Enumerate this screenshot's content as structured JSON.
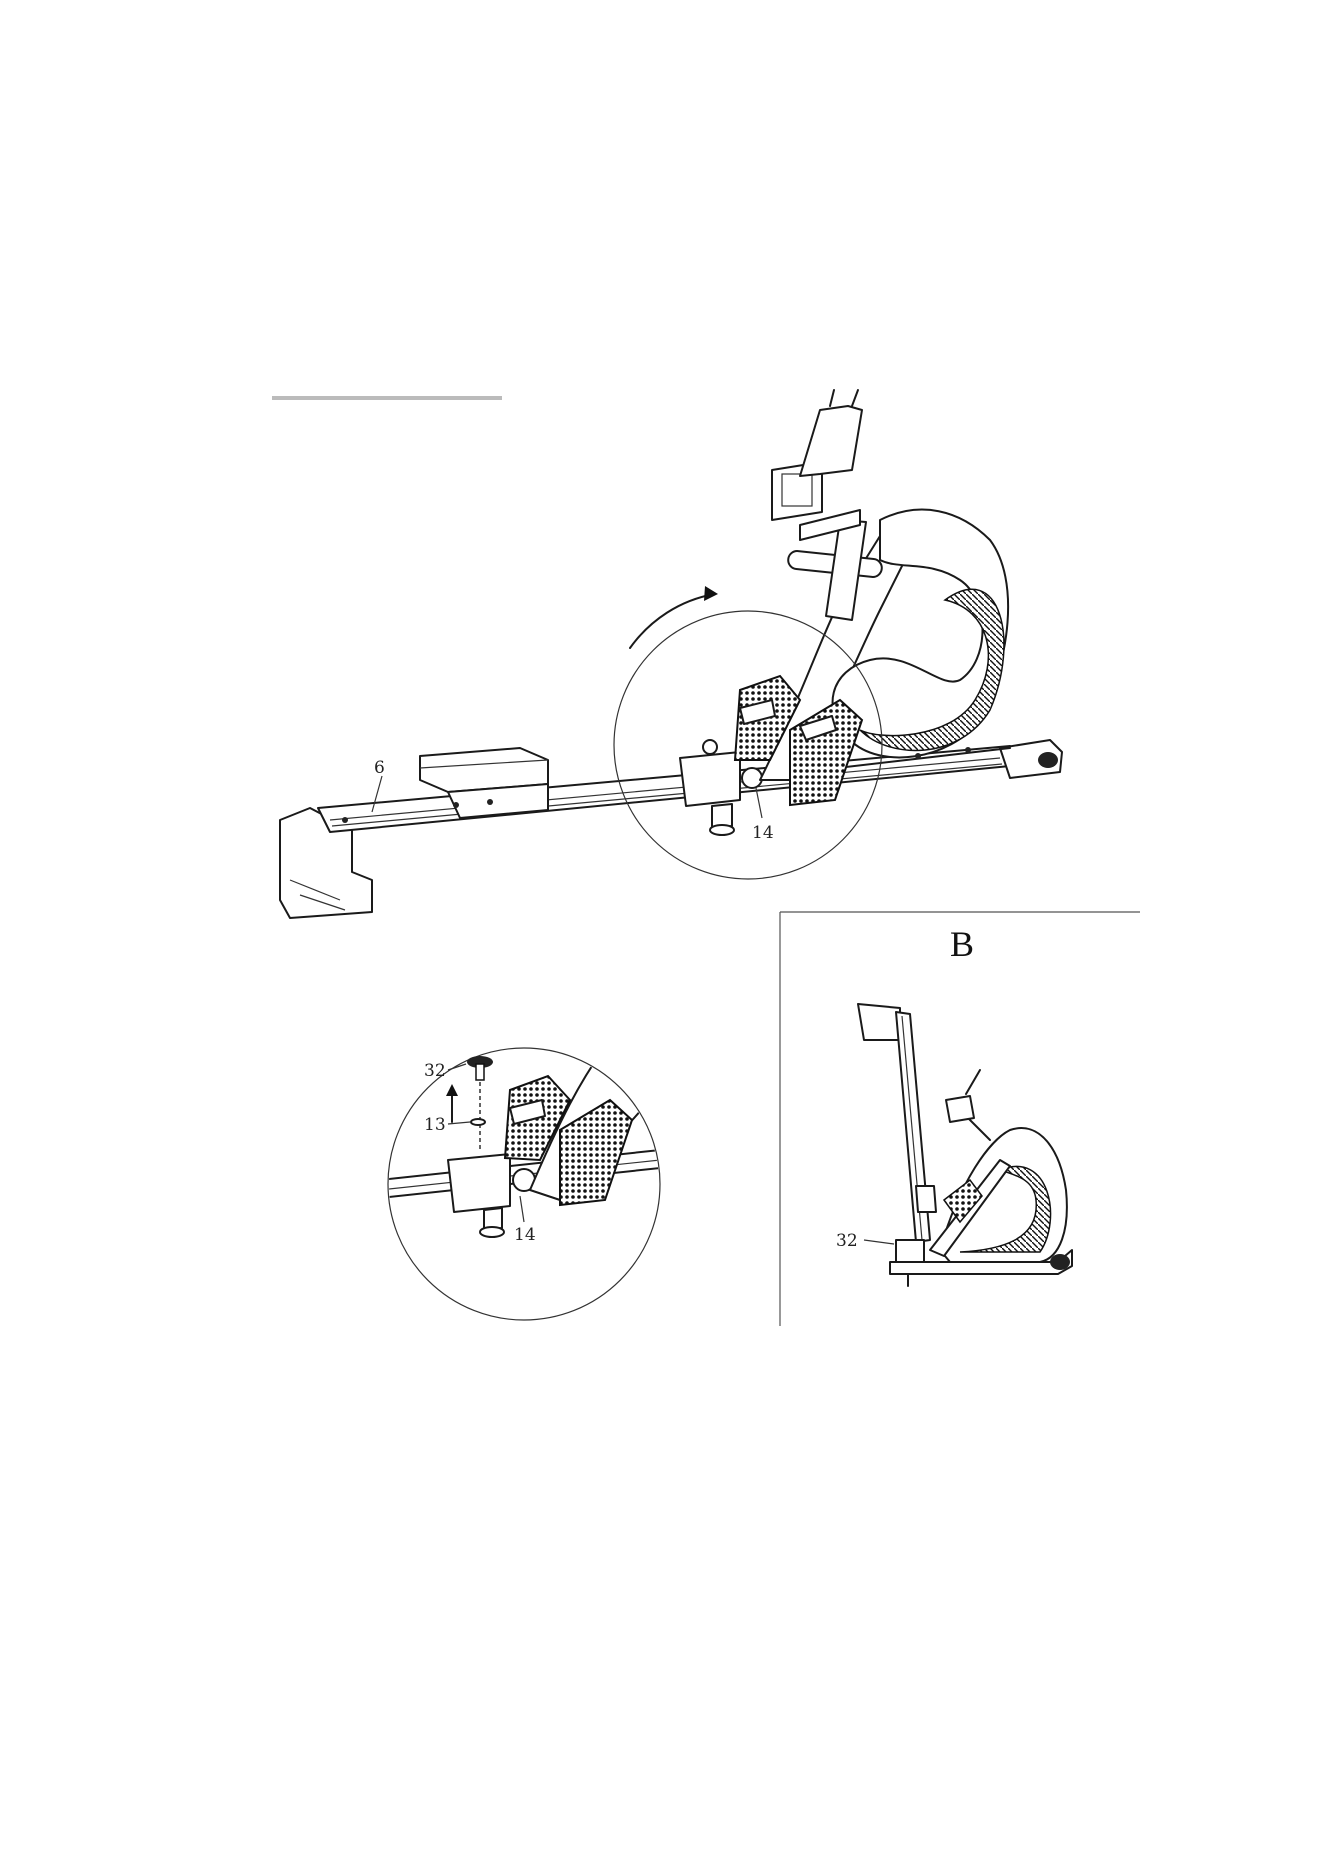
{
  "callouts": {
    "main_rail": "6",
    "main_knob": "14",
    "detail_pin": "32",
    "detail_washer": "13",
    "detail_knob": "14",
    "panel_b_pin": "32"
  },
  "panel_b": {
    "label": "B"
  },
  "fold_arrow": {
    "icon": "curved-arrow-icon"
  },
  "colors": {
    "line": "#1a1a1a",
    "background": "#ffffff"
  }
}
